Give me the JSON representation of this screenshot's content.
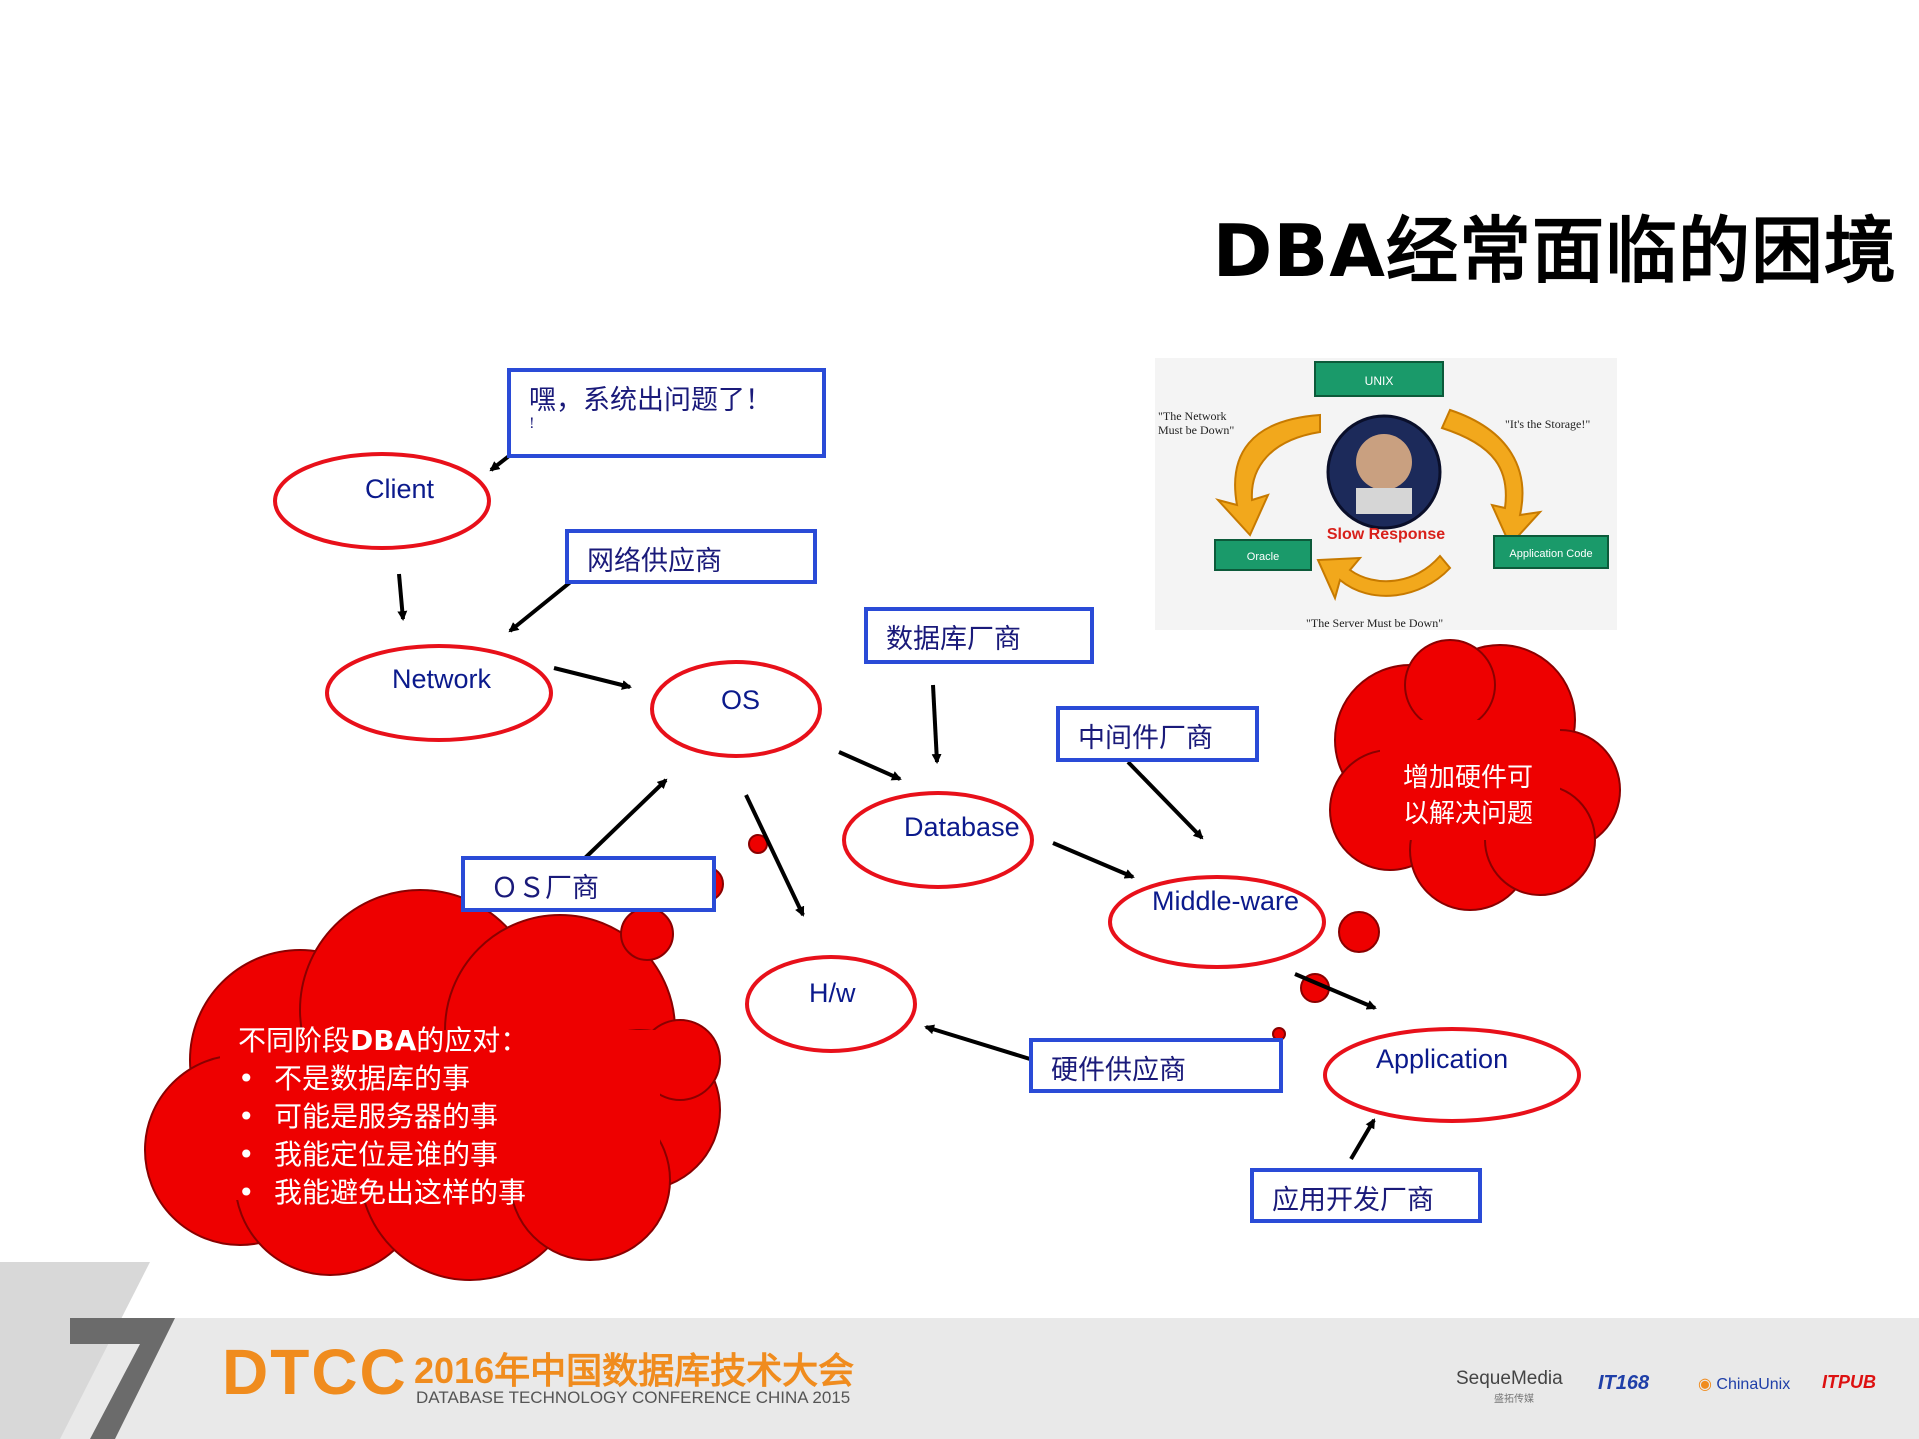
{
  "slide": {
    "title": "DBA经常面临的困境"
  },
  "nodes": {
    "client": "Client",
    "network": "Network",
    "os": "OS",
    "database": "Database",
    "middleware": "Middle-ware",
    "hardware": "H/w",
    "application": "Application"
  },
  "callouts": {
    "client_alert": "嘿，系统出问题了！",
    "client_alert_tail": "!",
    "network_vendor": "网络供应商",
    "db_vendor": "数据库厂商",
    "middleware_vendor": "中间件厂商",
    "os_vendor": "ＯＳ厂商",
    "hw_vendor": "硬件供应商",
    "app_vendor": "应用开发厂商"
  },
  "clouds": {
    "hardware_thought": [
      "增加硬件可",
      "以解决问题"
    ],
    "dba_response": {
      "heading_pre": "不同阶段",
      "heading_bold": "DBA",
      "heading_post": "的应对：",
      "items": [
        "不是数据库的事",
        "可能是服务器的事",
        "我能定位是谁的事",
        "我能避免出这样的事"
      ]
    }
  },
  "blame_cycle_image": {
    "top_box": "UNIX",
    "left_box": "Oracle",
    "right_box": "Application Code",
    "center_label": "Slow Response",
    "quote_network": [
      "\"The Network",
      "Must be Down\""
    ],
    "quote_storage": "\"It's the Storage!\"",
    "quote_server": "\"The Server Must be Down\""
  },
  "footer": {
    "brand": "DTCC",
    "conference_cn": "2016年中国数据库技术大会",
    "conference_en": "DATABASE TECHNOLOGY CONFERENCE CHINA 2015",
    "sponsors": [
      "SequeMedia",
      "IT168",
      "ChinaUnix",
      "ITPUB"
    ],
    "sponsor_sub": "盛拓传媒"
  },
  "colors": {
    "ellipse_stroke": "#e8101a",
    "cloud_fill": "#ee0000",
    "vendor_border": "#2a4bd7",
    "node_text": "#0b1a8c",
    "footer_orange": "#f08c1e"
  }
}
